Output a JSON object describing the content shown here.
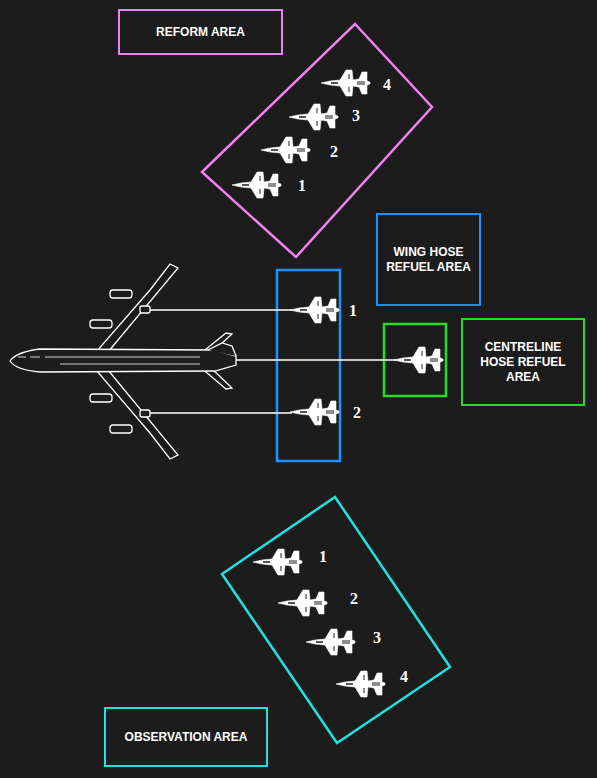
{
  "diagram": {
    "nodes": [
      {
        "text": [
          "REFORM AREA"
        ]
      },
      {
        "text": [
          "WING HOSE REFUEL AREA"
        ]
      },
      {
        "text": [
          "CENTRELINE HOSE REFUEL AREA"
        ]
      },
      {
        "text": [
          "OBSERVATION AREA"
        ]
      }
    ],
    "labels": [
      "4",
      "3",
      "2",
      "1",
      "1",
      "2",
      "1",
      "2",
      "3",
      "4"
    ]
  }
}
